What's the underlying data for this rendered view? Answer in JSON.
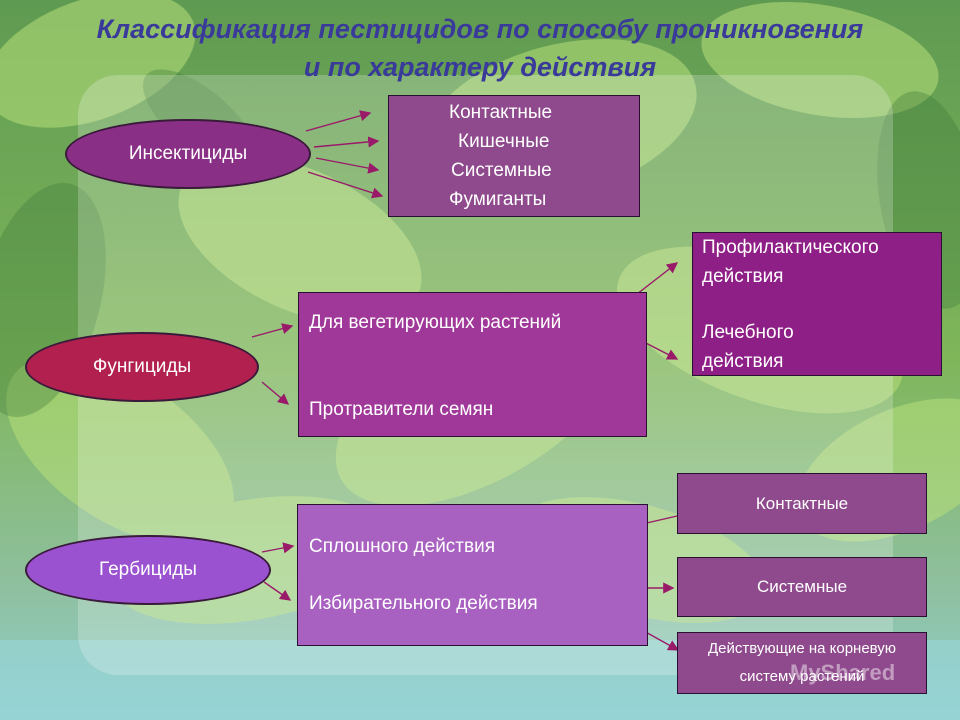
{
  "title": {
    "line1": "Классификация пестицидов по способу проникновения",
    "line2": "и по характеру действия"
  },
  "insecticides": {
    "label": "Инсектициды",
    "types": [
      "Контактные",
      "Кишечные",
      "Системные",
      "Фумиганты"
    ]
  },
  "fungicides": {
    "label": "Фунгициды",
    "groups": [
      "Для вегетирующих растений",
      "Протравители семян"
    ],
    "actions": [
      "Профилактического",
      "действия",
      "Лечебного",
      "действия"
    ]
  },
  "herbicides": {
    "label": "Гербициды",
    "groups": [
      "Сплошного действия",
      "Избирательного действия"
    ],
    "kinds": [
      "Контактные",
      "Системные"
    ],
    "root_action": [
      "Действующие на корневую",
      "систему растений"
    ]
  },
  "watermark": "MyShared",
  "colors": {
    "insecticides_fill": "#8a2f86",
    "fungicides_fill": "#b1204f",
    "herbicides_fill": "#9a52d0",
    "box_insect": "#8e4a8c",
    "box_fungi": "#a0389a",
    "box_fungi_action": "#8e1f86",
    "box_herb": "#a861c0",
    "title": "#3a3a9a"
  }
}
